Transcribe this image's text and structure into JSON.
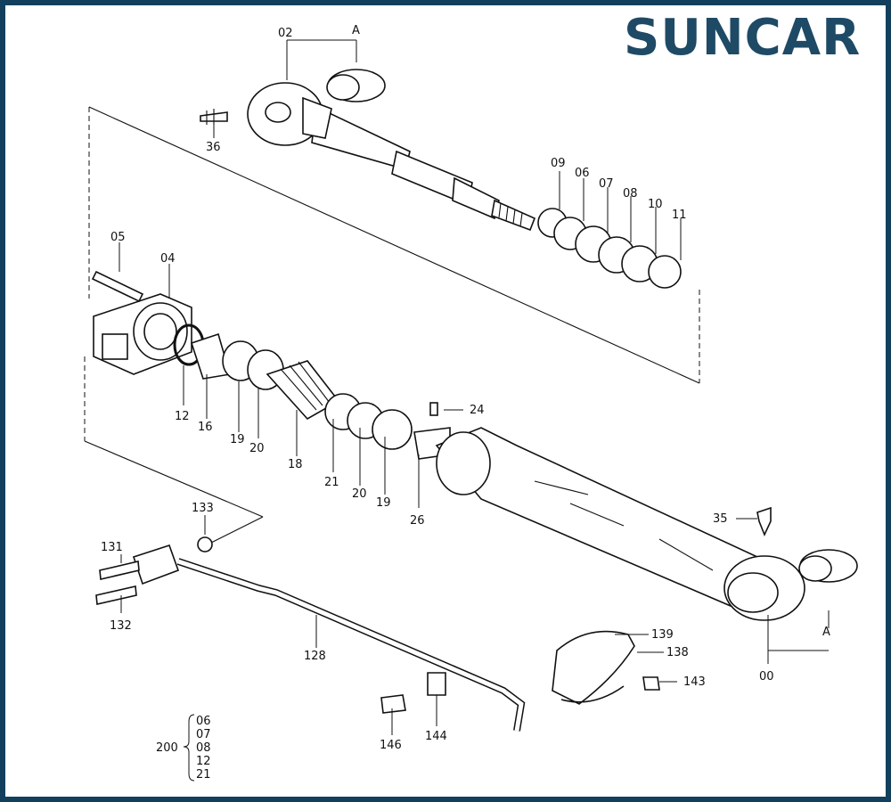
{
  "brand": {
    "name_start": "SUN",
    "name_c": "C",
    "name_end": "AR",
    "color": "#1e4a66"
  },
  "frame_color": "#12405c",
  "callouts": {
    "c00": "00",
    "c02": "02",
    "cA1": "A",
    "cA2": "A",
    "c04": "04",
    "c05": "05",
    "c06": "06",
    "c07": "07",
    "c08": "08",
    "c09": "09",
    "c10": "10",
    "c11": "11",
    "c12": "12",
    "c16": "16",
    "c18": "18",
    "c19a": "19",
    "c19b": "19",
    "c20a": "20",
    "c20b": "20",
    "c21": "21",
    "c24": "24",
    "c26": "26",
    "c35": "35",
    "c36": "36",
    "c128": "128",
    "c131": "131",
    "c132": "132",
    "c133": "133",
    "c138": "138",
    "c139": "139",
    "c143": "143",
    "c144": "144",
    "c146": "146"
  },
  "seal_kit": {
    "number": "200",
    "items": [
      "06",
      "07",
      "08",
      "12",
      "21"
    ]
  }
}
